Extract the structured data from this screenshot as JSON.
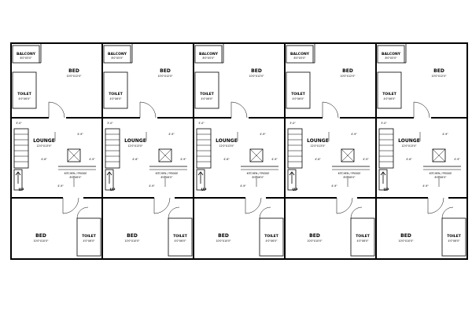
{
  "units": [
    {
      "balcony": {
        "label": "BALCONY",
        "dim": "8'0\"X5'0\""
      },
      "bed_top": {
        "label": "BED",
        "dim": "10'0\"X12'0\""
      },
      "toilet_top": {
        "label": "TOILET",
        "dim": "4'0\"X6'0\""
      },
      "lounge": {
        "label": "LOUNGE",
        "dim": "12'0\"X13'0\""
      },
      "dim_top": "3'-0\"",
      "dim_a": "4'-9\"",
      "dim_b": "4'-6\"",
      "dim_c": "4'-9\"",
      "dim_d": "4'-9\"",
      "kitchen": {
        "label": "KITCHEN / FRIDGE",
        "dim": "8'0\"X6'0\""
      },
      "up": "UP",
      "bed_bottom": {
        "label": "BED",
        "dim": "10'0\"X10'0\""
      },
      "toilet_bottom": {
        "label": "TOILET",
        "dim": "4'0\"X6'0\""
      }
    },
    {
      "balcony": {
        "label": "BALCONY",
        "dim": "8'0\"X5'0\""
      },
      "bed_top": {
        "label": "BED",
        "dim": "10'0\"X12'0\""
      },
      "toilet_top": {
        "label": "TOILET",
        "dim": "4'0\"X6'0\""
      },
      "lounge": {
        "label": "LOUNGE",
        "dim": "12'0\"X13'0\""
      },
      "dim_top": "3'-0\"",
      "dim_a": "4'-9\"",
      "dim_b": "4'-6\"",
      "dim_c": "4'-9\"",
      "dim_d": "4'-9\"",
      "kitchen": {
        "label": "KITCHEN / FRIDGE",
        "dim": "8'0\"X6'0\""
      },
      "up": "UP",
      "bed_bottom": {
        "label": "BED",
        "dim": "10'0\"X10'0\""
      },
      "toilet_bottom": {
        "label": "TOILET",
        "dim": "4'0\"X6'0\""
      }
    },
    {
      "balcony": {
        "label": "BALCONY",
        "dim": "8'0\"X5'0\""
      },
      "bed_top": {
        "label": "BED",
        "dim": "10'0\"X12'0\""
      },
      "toilet_top": {
        "label": "TOILET",
        "dim": "4'0\"X6'0\""
      },
      "lounge": {
        "label": "LOUNGE",
        "dim": "12'0\"X13'0\""
      },
      "dim_top": "3'-0\"",
      "dim_a": "4'-9\"",
      "dim_b": "4'-6\"",
      "dim_c": "4'-9\"",
      "dim_d": "4'-9\"",
      "kitchen": {
        "label": "KITCHEN / FRIDGE",
        "dim": "8'0\"X6'0\""
      },
      "up": "UP",
      "bed_bottom": {
        "label": "BED",
        "dim": "10'0\"X10'0\""
      },
      "toilet_bottom": {
        "label": "TOILET",
        "dim": "4'0\"X6'0\""
      }
    },
    {
      "balcony": {
        "label": "BALCONY",
        "dim": "8'0\"X5'0\""
      },
      "bed_top": {
        "label": "BED",
        "dim": "10'0\"X12'0\""
      },
      "toilet_top": {
        "label": "TOILET",
        "dim": "4'0\"X6'0\""
      },
      "lounge": {
        "label": "LOUNGE",
        "dim": "12'0\"X13'0\""
      },
      "dim_top": "3'-0\"",
      "dim_a": "4'-9\"",
      "dim_b": "4'-6\"",
      "dim_c": "4'-9\"",
      "dim_d": "4'-9\"",
      "kitchen": {
        "label": "KITCHEN / FRIDGE",
        "dim": "8'0\"X6'0\""
      },
      "up": "UP",
      "bed_bottom": {
        "label": "BED",
        "dim": "10'0\"X10'0\""
      },
      "toilet_bottom": {
        "label": "TOILET",
        "dim": "4'0\"X6'0\""
      }
    },
    {
      "balcony": {
        "label": "BALCONY",
        "dim": "8'0\"X5'0\""
      },
      "bed_top": {
        "label": "BED",
        "dim": "10'0\"X12'0\""
      },
      "toilet_top": {
        "label": "TOILET",
        "dim": "4'0\"X6'0\""
      },
      "lounge": {
        "label": "LOUNGE",
        "dim": "12'0\"X13'0\""
      },
      "dim_top": "3'-0\"",
      "dim_a": "4'-9\"",
      "dim_b": "4'-6\"",
      "dim_c": "4'-9\"",
      "dim_d": "4'-9\"",
      "kitchen": {
        "label": "KITCHEN / FRIDGE",
        "dim": "8'0\"X6'0\""
      },
      "up": "UP",
      "bed_bottom": {
        "label": "BED",
        "dim": "10'0\"X10'0\""
      },
      "toilet_bottom": {
        "label": "TOILET",
        "dim": "4'0\"X6'0\""
      }
    }
  ]
}
